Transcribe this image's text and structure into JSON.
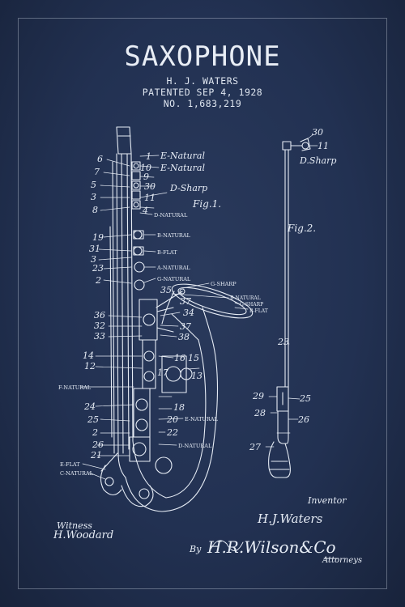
{
  "title": "SAXOPHONE",
  "inventor_name": "H. J. WATERS",
  "patent_date": "PATENTED SEP 4, 1928",
  "patent_number": "NO. 1,683,219",
  "colors": {
    "background": "#223152",
    "ink": "#e6ecf5"
  },
  "labels": {
    "e_natural_1": "E-Natural",
    "e_natural_2": "E-Natural",
    "d_sharp_left": "D-Sharp",
    "d_natural_top": "D-NATURAL",
    "b_natural": "B-NATURAL",
    "b_flat": "B-FLAT",
    "a_natural": "A-NATURAL",
    "g_natural": "G-NATURAL",
    "g_sharp": "G-SHARP",
    "b_natural_bell": "B-NATURAL",
    "g_sharp_bell": "G-SHARP",
    "b_flat_bell": "B-FLAT",
    "f_natural": "F-NATURAL",
    "e_natural_low": "E-NATURAL",
    "d_natural_low": "D-NATURAL",
    "e_flat": "E-FLAT",
    "c_natural": "C-NATURAL",
    "d_sharp_right": "D.Sharp",
    "fig1": "Fig.1.",
    "fig2": "Fig.2."
  },
  "numbers": {
    "n6": "6",
    "n7": "7",
    "n5": "5",
    "n3": "3",
    "n8": "8",
    "n1": "1",
    "n10": "10",
    "n9": "9",
    "n30": "30",
    "n11": "11",
    "n4": "4",
    "n19": "19",
    "n31": "31",
    "n23": "23",
    "n2": "2",
    "n36": "36",
    "n32": "32",
    "n33": "33",
    "n34": "34",
    "n35": "35",
    "n37": "37",
    "n38": "38",
    "n14": "14",
    "n12": "12",
    "n16": "16",
    "n15": "15",
    "n17": "17",
    "n13": "13",
    "n24": "24",
    "n18": "18",
    "n25": "25",
    "n20": "20",
    "n22": "22",
    "n26": "26",
    "n21": "21",
    "n29": "29",
    "n28": "28",
    "n27": "27",
    "r30": "30",
    "r11": "11",
    "r23": "23",
    "r25": "25",
    "r26": "26"
  },
  "footer": {
    "witness_label": "Witness",
    "witness_signature": "H.Woodard",
    "inventor_label": "Inventor",
    "inventor_signature": "H.J.Waters",
    "by_label": "By",
    "attorney_signature": "H.R.Wilson&Co",
    "attorneys_label": "Attorneys"
  }
}
